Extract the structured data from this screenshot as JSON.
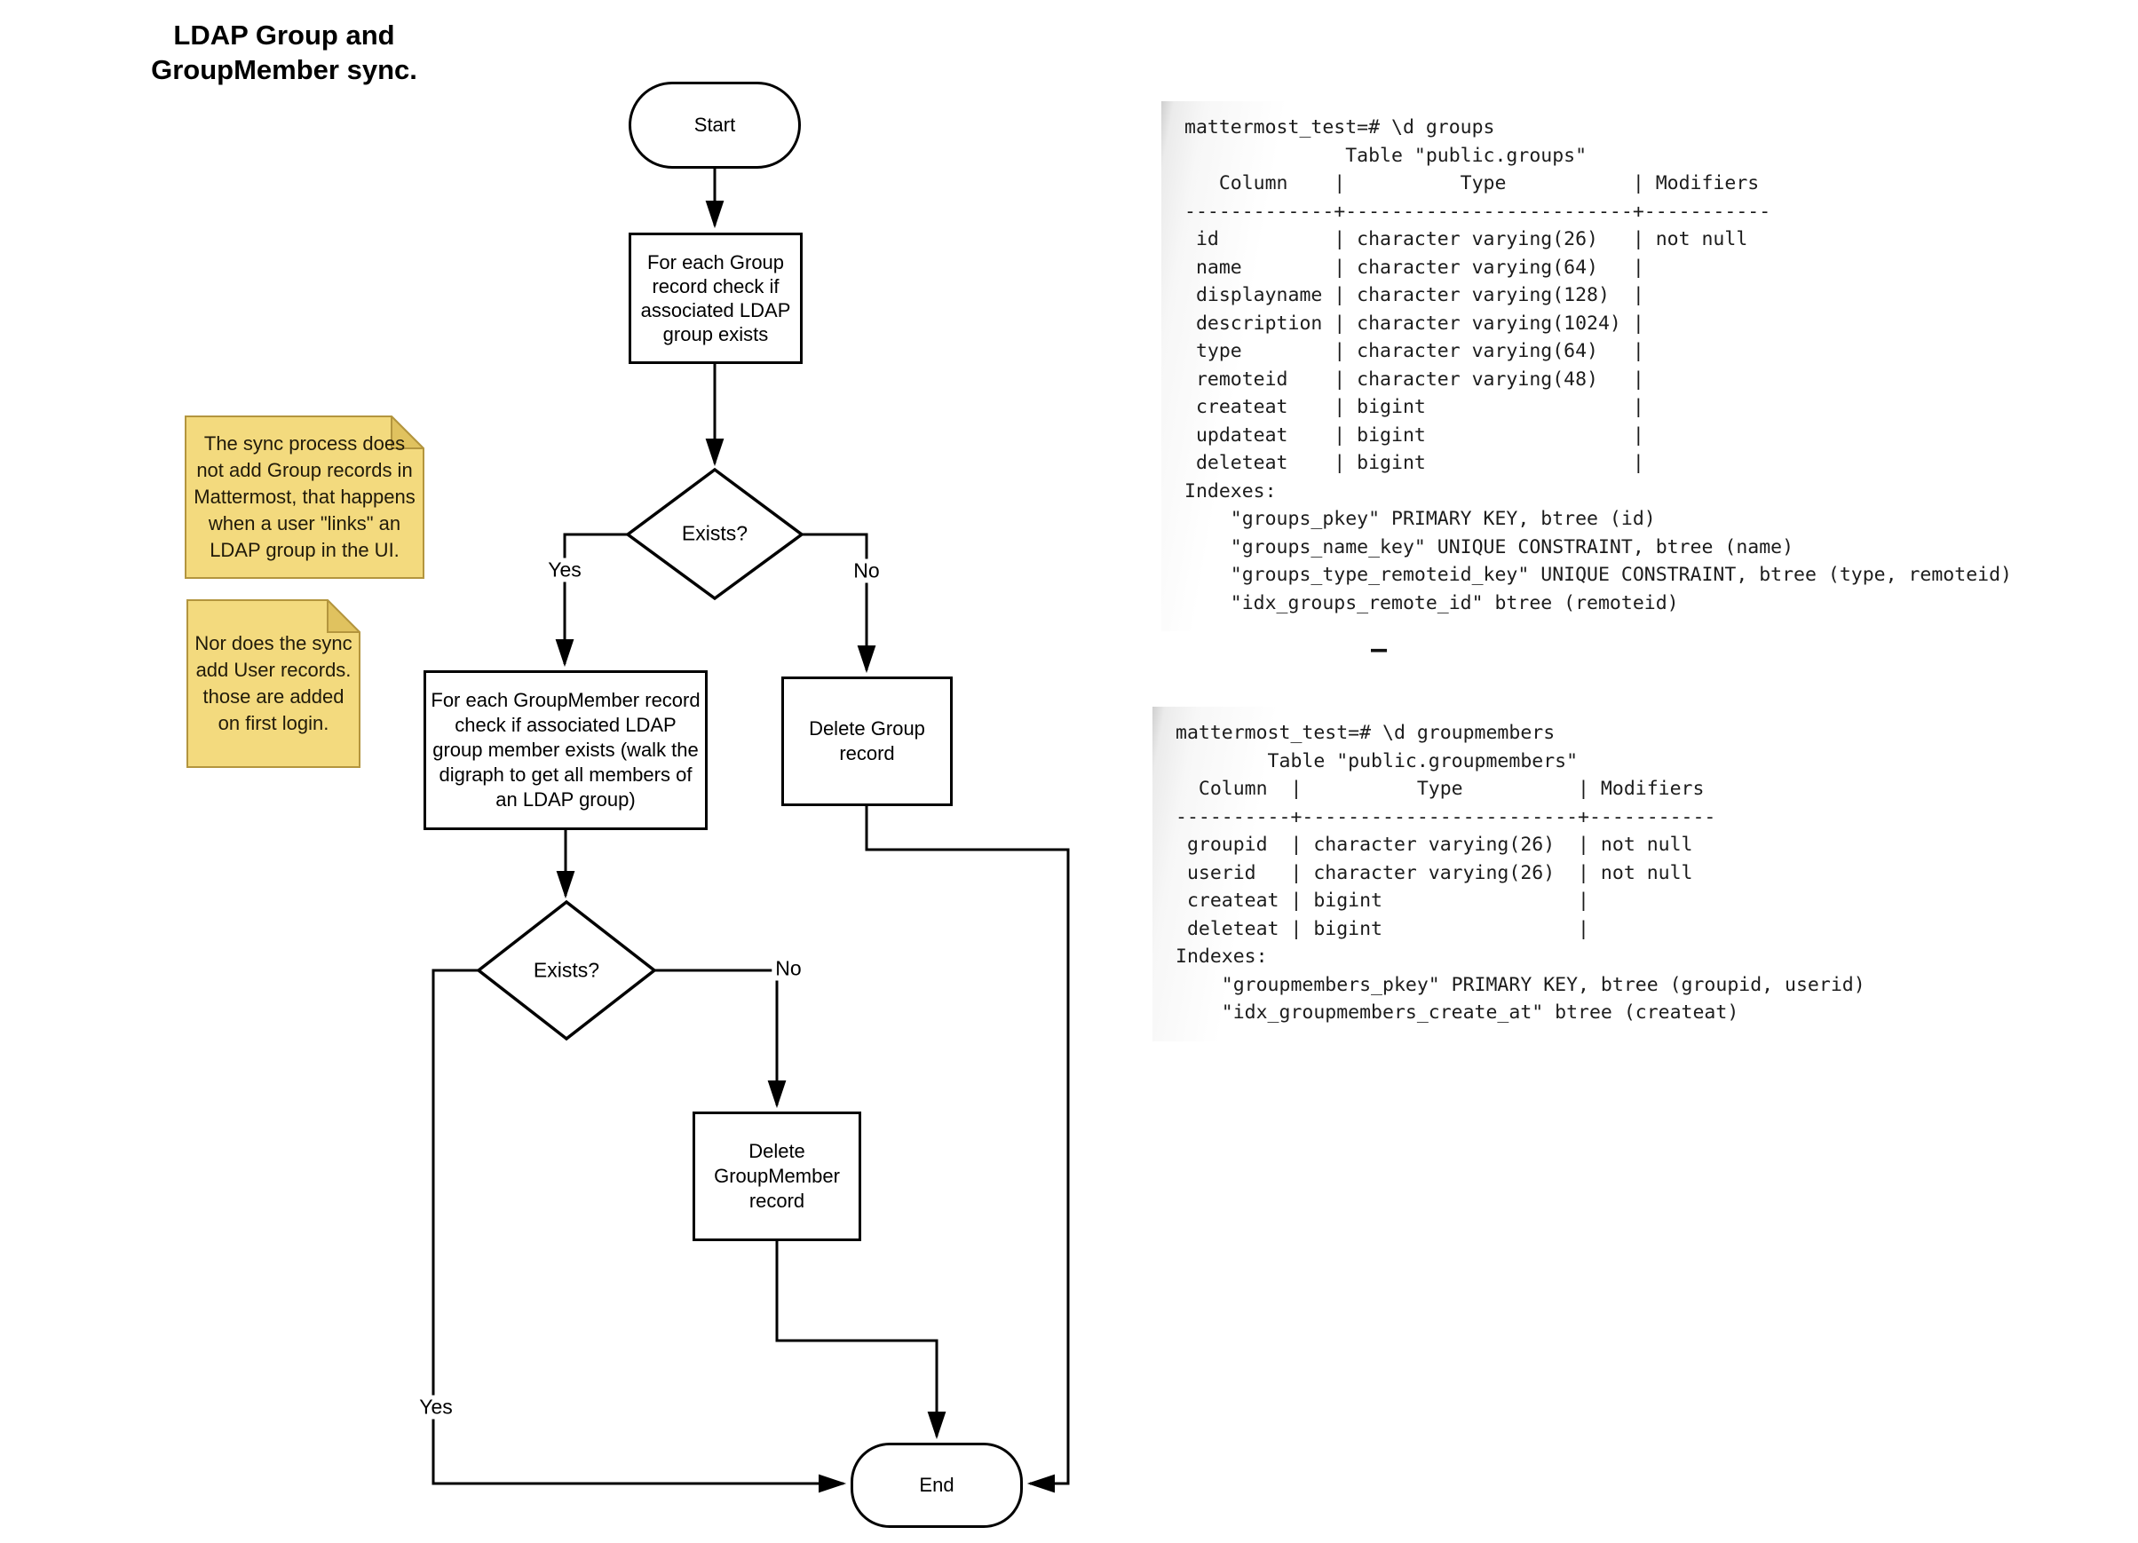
{
  "title": {
    "text": "LDAP Group and\nGroupMember sync."
  },
  "flowchart": {
    "nodes": {
      "start": {
        "label": "Start"
      },
      "check_group": {
        "label": "For each Group\nrecord check if\nassociated LDAP\ngroup exists"
      },
      "exists_group": {
        "label": "Exists?"
      },
      "check_groupmember": {
        "label": "For each GroupMember record\ncheck if associated LDAP\ngroup member exists (walk the\ndigraph to get all members of\nan LDAP group)"
      },
      "delete_group": {
        "label": "Delete Group\nrecord"
      },
      "exists_groupmember": {
        "label": "Exists?"
      },
      "delete_groupmember": {
        "label": "Delete\nGroupMember\nrecord"
      },
      "end": {
        "label": "End"
      }
    },
    "edge_labels": {
      "group_yes": "Yes",
      "group_no": "No",
      "member_yes": "Yes",
      "member_no": "No"
    }
  },
  "notes": [
    {
      "text": "The sync process does\nnot add Group records in\nMattermost, that happens\nwhen a user \"links\" an\nLDAP group in the UI."
    },
    {
      "text": "Nor does the sync\nadd User records.\nthose are added\non first login."
    }
  ],
  "terminals": [
    {
      "content": "mattermost_test=# \\d groups\n              Table \"public.groups\"\n   Column    |          Type           | Modifiers\n-------------+-------------------------+-----------\n id          | character varying(26)   | not null\n name        | character varying(64)   |\n displayname | character varying(128)  |\n description | character varying(1024) |\n type        | character varying(64)   |\n remoteid    | character varying(48)   |\n createat    | bigint                  |\n updateat    | bigint                  |\n deleteat    | bigint                  |\nIndexes:\n    \"groups_pkey\" PRIMARY KEY, btree (id)\n    \"groups_name_key\" UNIQUE CONSTRAINT, btree (name)\n    \"groups_type_remoteid_key\" UNIQUE CONSTRAINT, btree (type, remoteid)\n    \"idx_groups_remote_id\" btree (remoteid)"
    },
    {
      "content": "mattermost_test=# \\d groupmembers\n        Table \"public.groupmembers\"\n  Column  |          Type          | Modifiers\n----------+------------------------+-----------\n groupid  | character varying(26)  | not null\n userid   | character varying(26)  | not null\n createat | bigint                 |\n deleteat | bigint                 |\nIndexes:\n    \"groupmembers_pkey\" PRIMARY KEY, btree (groupid, userid)\n    \"idx_groupmembers_create_at\" btree (createat)"
    }
  ],
  "stray_mark": "–",
  "colors": {
    "line": "#000000",
    "text": "#000000",
    "note-fill": "#f3da7e",
    "note-fold": "#e0c25f",
    "note-border": "#b3953e",
    "terminal-text": "#1c1c1c"
  }
}
